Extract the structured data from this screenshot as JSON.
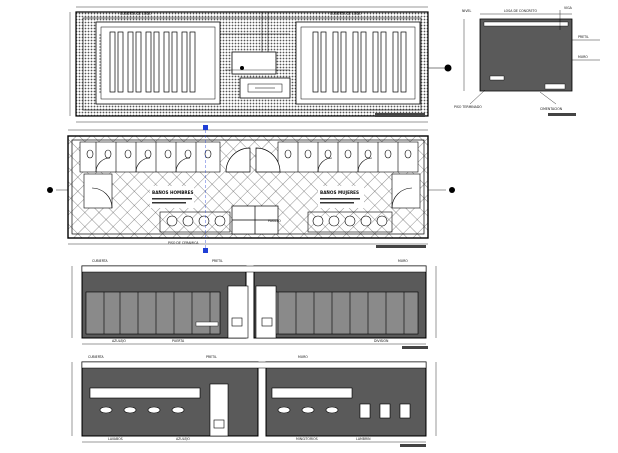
{
  "drawing": {
    "sheet_background": "#ffffff",
    "ink_color": "#000000",
    "hatch_color": "#444444",
    "accent_marker_color": "#1f3fd6",
    "floor_plan_left_label": "BAÑOS HOMBRES",
    "floor_plan_right_label": "BAÑOS MUJERES",
    "corridor_label": "PASILLO",
    "callout_text": "PISO DE CERAMICA"
  },
  "views": [
    {
      "id": "roof-plan",
      "caption": ""
    },
    {
      "id": "section-detail",
      "caption": ""
    },
    {
      "id": "floor-plan",
      "caption": ""
    },
    {
      "id": "elevation-a",
      "caption": ""
    },
    {
      "id": "elevation-b",
      "caption": ""
    }
  ]
}
